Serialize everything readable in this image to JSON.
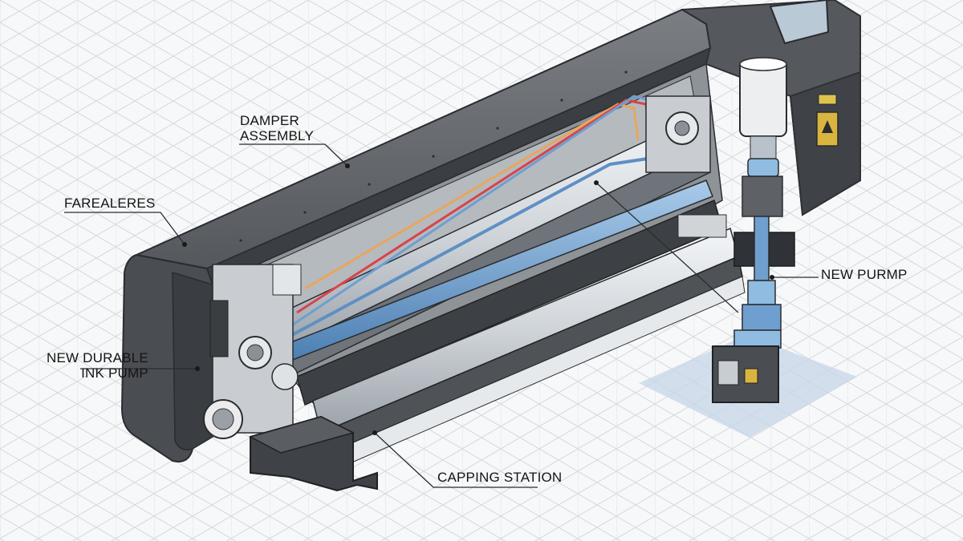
{
  "callouts": {
    "damper": {
      "line1": "DAMPER",
      "line2": "ASSEMBLY"
    },
    "farealeres": {
      "label": "FAREALERES"
    },
    "ink_pump": {
      "line1": "NEW DURABLE",
      "line2": "INK PUMP"
    },
    "new_pump": {
      "label": "NEW PURMP"
    },
    "capping": {
      "label": "CAPPING STATION"
    }
  },
  "colors": {
    "background": "#f7f8f9",
    "grid": "#d6d9dd",
    "body_dark": "#4a4d52",
    "body_mid": "#6b6e73",
    "ink_blue": "#6f9fcf",
    "ink_red": "#d9444a",
    "ink_orange": "#e8a65c",
    "pump_blue": "#8fbce0"
  },
  "icons": [
    "warning-label-icon",
    "display-screen-icon"
  ]
}
